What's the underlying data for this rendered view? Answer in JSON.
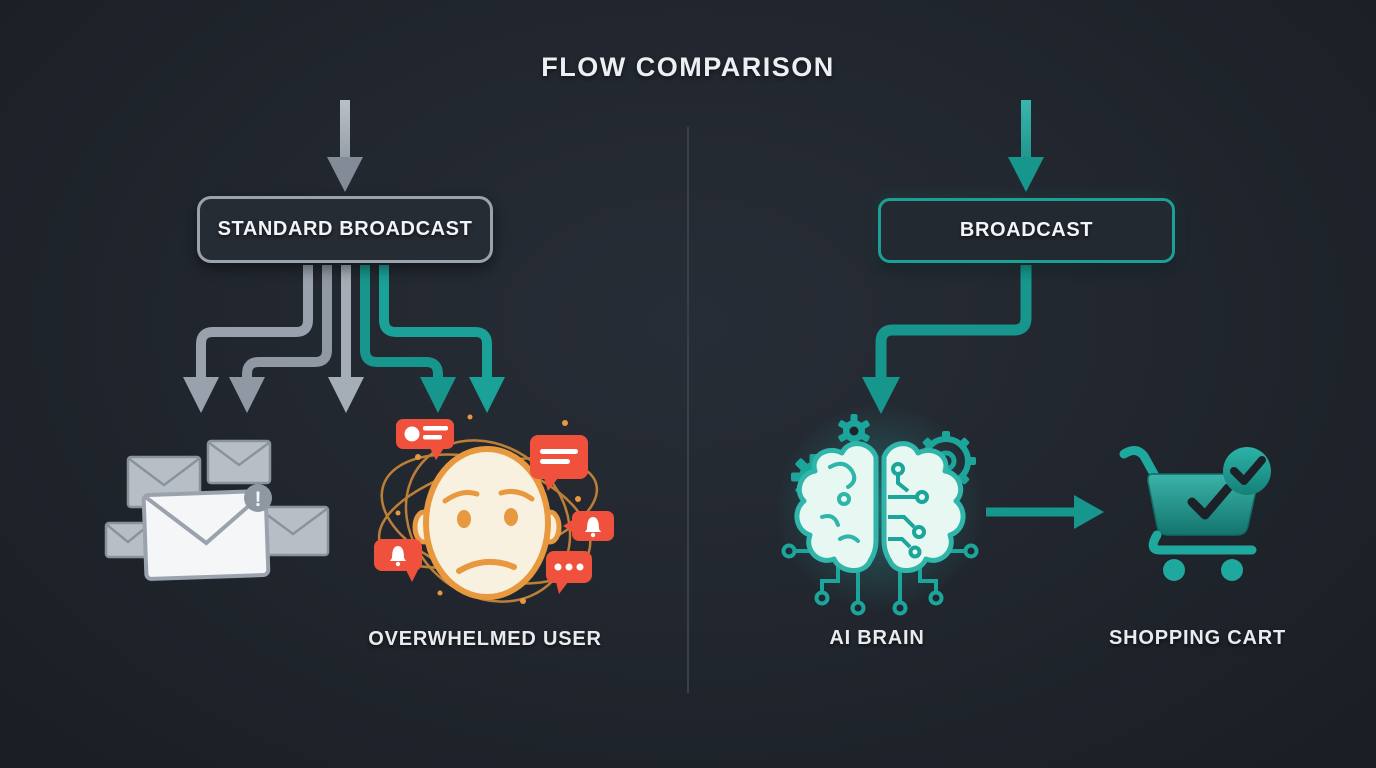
{
  "title": "FLOW COMPARISON",
  "left_flow": {
    "source_label": "STANDARD BROADCAST",
    "result_label": "OVERWHELMED USER",
    "alert_badge": "!"
  },
  "right_flow": {
    "source_label": "BROADCAST",
    "processor_label": "AI BRAIN",
    "result_label": "SHOPPING CART"
  },
  "icons": {
    "left": [
      "down-arrow-icon",
      "fanout-arrows-icon",
      "envelope-stack-icon",
      "alert-badge-icon",
      "overwhelmed-face-icon",
      "notification-bubble-icon",
      "bell-icon",
      "ellipsis-icon"
    ],
    "right": [
      "down-arrow-icon",
      "elbow-arrow-icon",
      "gear-icon",
      "ai-brain-icon",
      "circuit-trace-icon",
      "right-arrow-icon",
      "shopping-cart-icon",
      "check-badge-icon"
    ]
  },
  "colors": {
    "background": "#20252c",
    "divider": "#39404a",
    "gray_arrow": "#99a2ac",
    "teal": "#17968d",
    "teal_bright": "#2fb5aa",
    "alert_red": "#f0513c",
    "face_orange": "#e8983e",
    "face_cream": "#f8f1e0",
    "brain_mint": "#e6f8f1",
    "envelope_light": "#f4f6f8",
    "envelope_gray": "#b8bec6",
    "label_text": "#e9ecef"
  }
}
